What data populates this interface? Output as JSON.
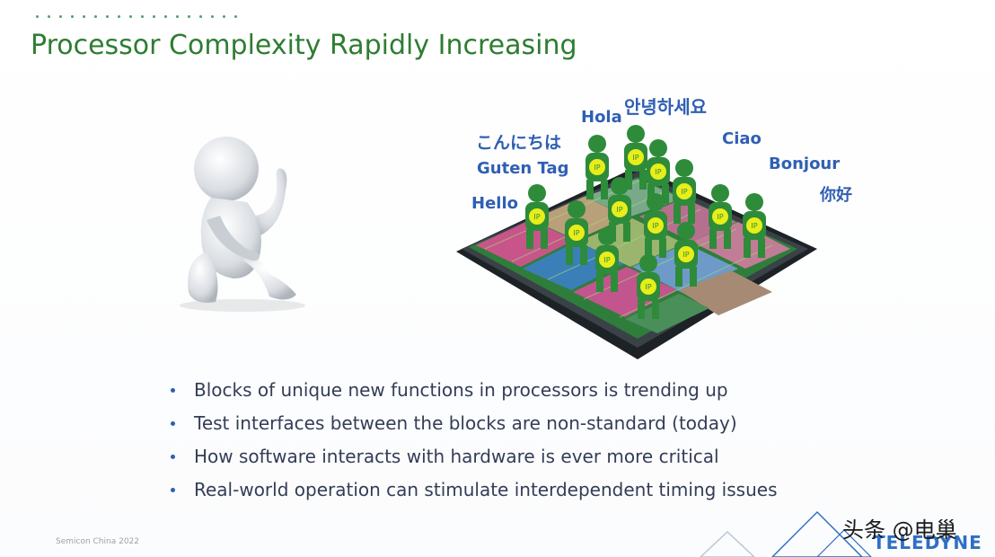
{
  "slide": {
    "title": "Processor Complexity Rapidly Increasing",
    "greetings": {
      "hola": "Hola",
      "korean": "안녕하세요",
      "japanese": "こんにちは",
      "guten_tag": "Guten Tag",
      "ciao": "Ciao",
      "bonjour": "Bonjour",
      "hello": "Hello",
      "chinese": "你好"
    },
    "ip_label": "IP",
    "bullets": [
      "Blocks of unique new functions in processors is trending up",
      "Test interfaces between the blocks are non-standard (today)",
      "How software interacts with hardware is ever more critical",
      "Real-world operation can stimulate interdependent timing issues"
    ],
    "footer": "Semicon China 2022",
    "logo_text": "TELEDYNE",
    "watermark": "头条 @电巢"
  },
  "colors": {
    "title": "#2e7d32",
    "greeting": "#2f5fb3",
    "figure_green": "#2e8b3a",
    "ip_badge": "#e8ee1a",
    "chip_base": "#2a2f33"
  },
  "icons": [
    "thinking-figure-icon",
    "chip-icon",
    "ip-person-icon",
    "bullet-dot-icon",
    "logo-mark-icon"
  ]
}
